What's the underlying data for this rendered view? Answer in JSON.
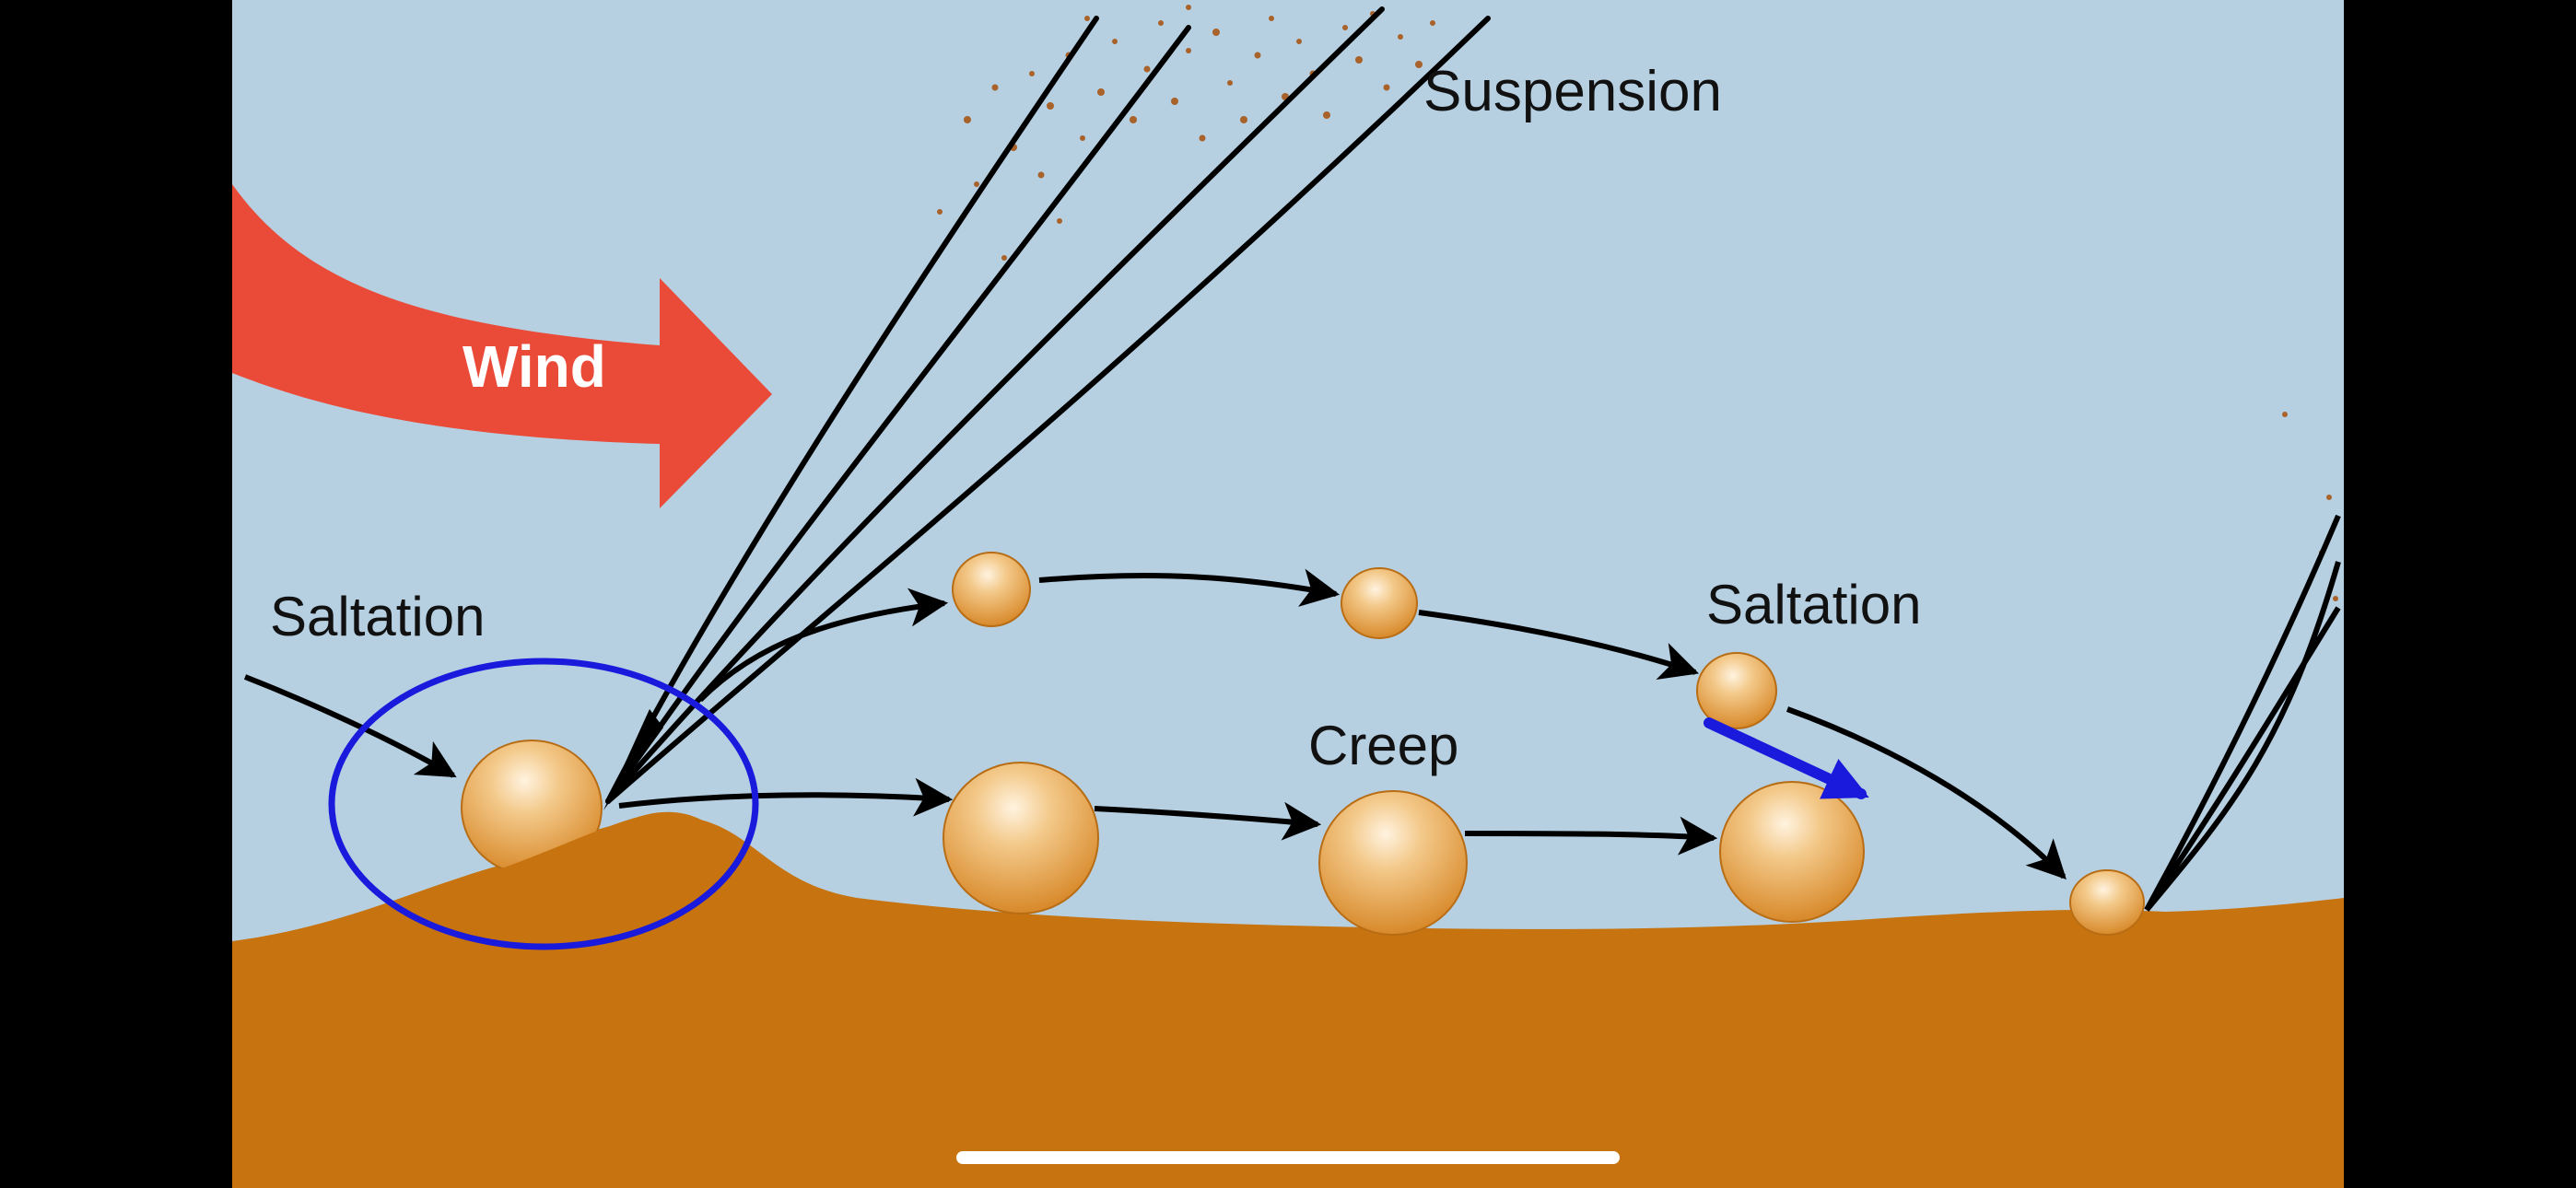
{
  "labels": {
    "wind": "Wind",
    "suspension": "Suspension",
    "saltation_left": "Saltation",
    "saltation_right": "Saltation",
    "creep": "Creep"
  },
  "colors": {
    "sky": "#b6d0e2",
    "ground": "#c7730f",
    "grain": "#d8892a",
    "wind_arrow": "#ea4b38",
    "annotation": "#1a1adc",
    "trajectory": "#000000",
    "frame": "#000000",
    "home_indicator": "#ffffff"
  },
  "annotations": {
    "circle": "blue-ellipse-around-impact-grain",
    "arrow": "blue-arrow-pointing-right"
  }
}
